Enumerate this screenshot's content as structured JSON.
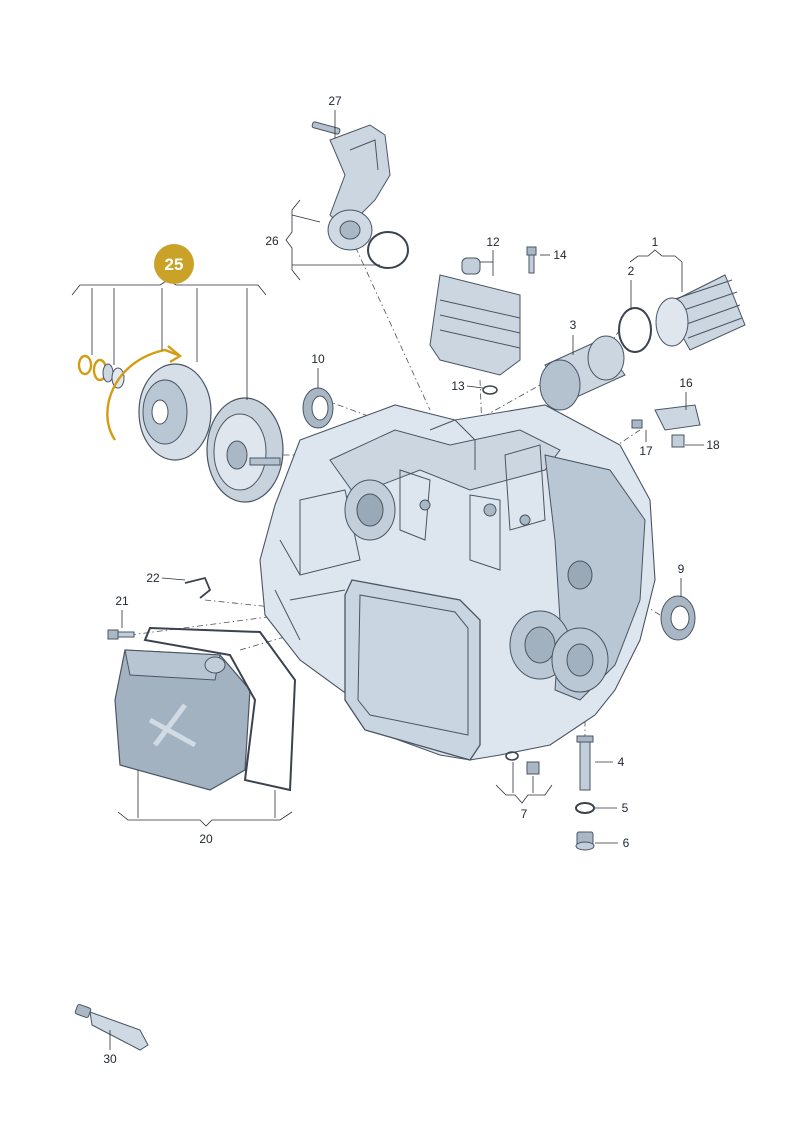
{
  "badge": {
    "label": "25",
    "color": "#c9a227"
  },
  "highlight_color": "#d39c12",
  "callouts": [
    {
      "id": "c1",
      "text": "1"
    },
    {
      "id": "c2",
      "text": "2"
    },
    {
      "id": "c3",
      "text": "3"
    },
    {
      "id": "c4",
      "text": "4"
    },
    {
      "id": "c5",
      "text": "5"
    },
    {
      "id": "c6",
      "text": "6"
    },
    {
      "id": "c7",
      "text": "7"
    },
    {
      "id": "c9",
      "text": "9"
    },
    {
      "id": "c10",
      "text": "10"
    },
    {
      "id": "c12",
      "text": "12"
    },
    {
      "id": "c13",
      "text": "13"
    },
    {
      "id": "c14",
      "text": "14"
    },
    {
      "id": "c16",
      "text": "16"
    },
    {
      "id": "c17",
      "text": "17"
    },
    {
      "id": "c18",
      "text": "18"
    },
    {
      "id": "c20",
      "text": "20"
    },
    {
      "id": "c21",
      "text": "21"
    },
    {
      "id": "c22",
      "text": "22"
    },
    {
      "id": "c26",
      "text": "26"
    },
    {
      "id": "c27",
      "text": "27"
    },
    {
      "id": "c30",
      "text": "30"
    }
  ]
}
